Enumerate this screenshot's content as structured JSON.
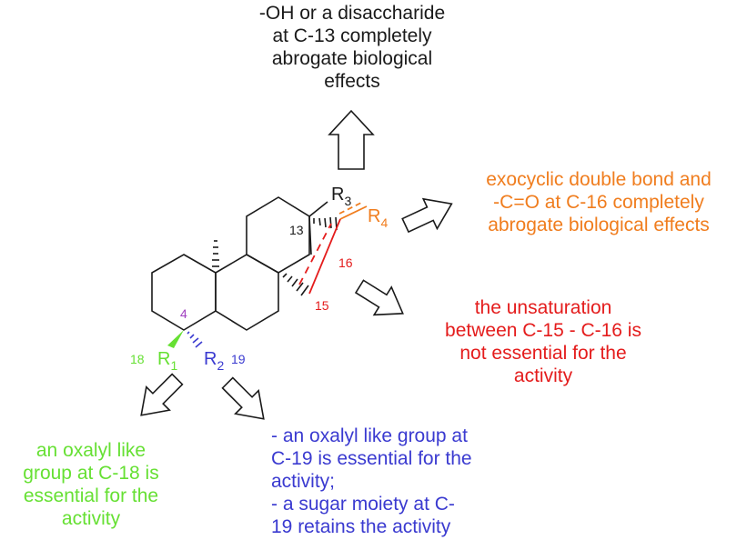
{
  "colors": {
    "ink": "#1a1a1a",
    "green": "#66e033",
    "blue": "#3a3ad0",
    "orange": "#f07d1e",
    "red": "#e41c1c",
    "purple": "#a040c0"
  },
  "notes": {
    "top": [
      "-OH or a disaccharide",
      "at C-13 completely",
      "abrogate biological",
      "effects"
    ],
    "orange": [
      "exocyclic double bond and",
      "-C=O at C-16 completely",
      "abrogate biological effects"
    ],
    "red": [
      "the unsaturation",
      "between C-15 - C-16 is",
      "not essential for the",
      "activity"
    ],
    "green": [
      "an oxalyl like",
      "group at C-18 is",
      "essential for the",
      "activity"
    ],
    "blue": [
      "- an oxalyl like group at",
      "C-19 is essential for the",
      "activity;",
      "- a sugar moiety at C-",
      "19 retains the activity"
    ]
  },
  "labels": {
    "r3_base": "R",
    "r3_sub": "3",
    "r4_base": "R",
    "r4_sub": "4",
    "r1_base": "R",
    "r1_sub": "1",
    "r2_base": "R",
    "r2_sub": "2",
    "c13": "13",
    "c16": "16",
    "c15": "15",
    "c4": "4",
    "c18": "18",
    "c19": "19"
  }
}
